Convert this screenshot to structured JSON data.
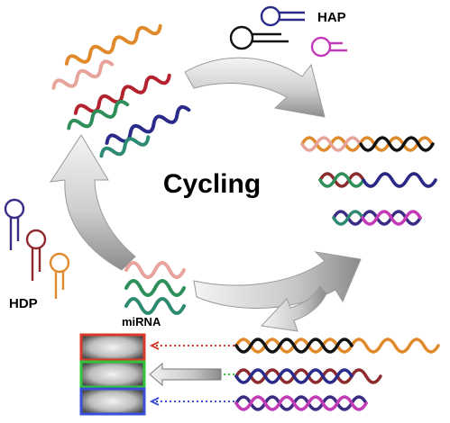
{
  "labels": {
    "cycle": "Cycling",
    "hap": "HAP",
    "hdp": "HDP",
    "mirna": "miRNA"
  },
  "colors": {
    "orange": "#e08a2c",
    "pink": "#e7a49a",
    "crimson": "#b3222e",
    "green": "#2f8f5a",
    "navy": "#2a2a8a",
    "teal": "#2f8a74",
    "black": "#111111",
    "magenta": "#c23ab8",
    "purple": "#3b2b84",
    "maroon": "#8c2a2e",
    "gel_red": "#d9392b",
    "gel_green": "#32c43c",
    "gel_blue": "#3a4ed8",
    "arrow_light": "#e8e8e8",
    "arrow_dark": "#8c8c8c"
  },
  "icons": {
    "hairpin": "hairpin-probe-icon",
    "helix": "double-helix-icon",
    "wave": "mirna-strand-icon",
    "arrow": "cycle-arrow-icon",
    "gel": "gel-band-icon"
  }
}
